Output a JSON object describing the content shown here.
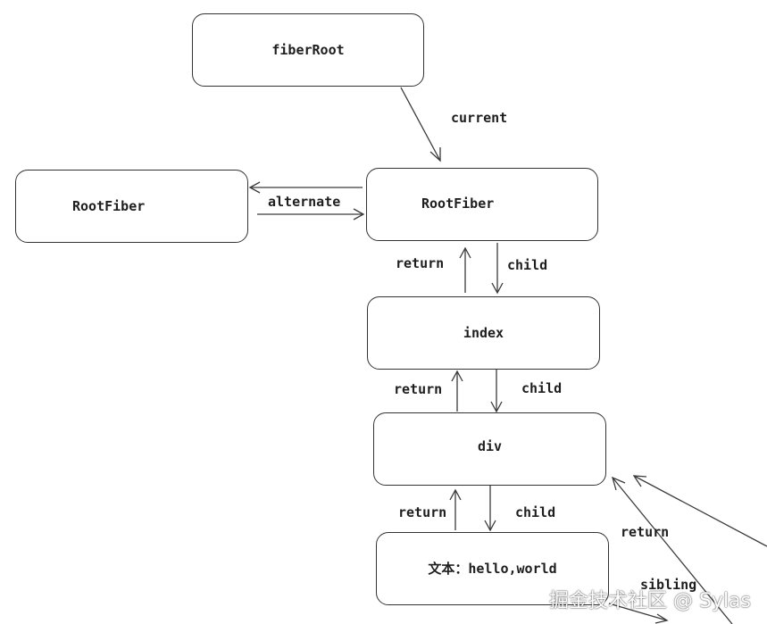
{
  "nodes": {
    "fiber_root": "fiberRoot",
    "root_fiber_left": "RootFiber",
    "root_fiber_current": "RootFiber",
    "index": "index",
    "div": "div",
    "text": "文本：hello,world"
  },
  "edges": {
    "current": "current",
    "alternate": "alternate",
    "return_1": "return",
    "child_1": "child",
    "return_2": "return",
    "child_2": "child",
    "return_3": "return",
    "child_3": "child",
    "return_4": "return",
    "sibling": "sibling"
  },
  "watermark": "掘金技术社区 @ Sylas",
  "colors": {
    "stroke": "#333333",
    "text": "#1e1e1e",
    "background": "#ffffff"
  }
}
